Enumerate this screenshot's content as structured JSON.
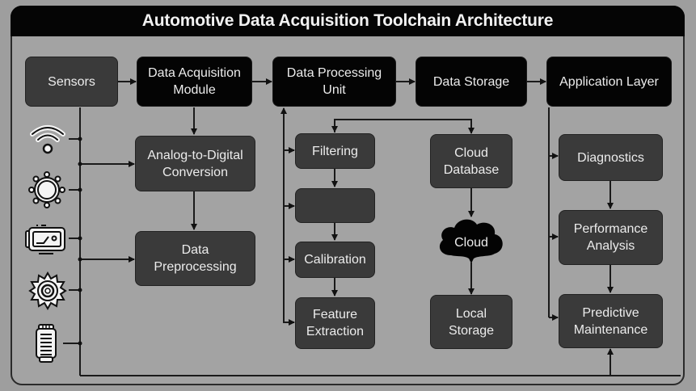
{
  "title": "Automotive Data Acquisition Toolchain Architecture",
  "top_row": {
    "sensors": "Sensors",
    "acquisition_module": "Data Acquisition\nModule",
    "processing_unit": "Data Processing\nUnit",
    "data_storage": "Data Storage",
    "application_layer": "Application Layer"
  },
  "acquisition_column": {
    "adc": "Analog-to-Digital\nConversion",
    "preprocessing": "Data\nPreprocessing"
  },
  "processing_column": {
    "filtering": "Filtering",
    "unlabeled_step": "",
    "calibration": "Calibration",
    "feature_extraction": "Feature\nExtraction"
  },
  "storage_column": {
    "cloud_database": "Cloud\nDatabase",
    "cloud": "Cloud",
    "local_storage": "Local\nStorage"
  },
  "application_column": {
    "diagnostics": "Diagnostics",
    "performance_analysis": "Performance\nAnalysis",
    "predictive_maintenance": "Predictive\nMaintenance"
  },
  "sensor_icons": [
    "wifi-icon",
    "sun-sensor-icon",
    "switch-module-icon",
    "gear-sensor-icon",
    "battery-module-icon"
  ],
  "colors": {
    "background": "#a3a3a3",
    "primary_box": "#040404",
    "secondary_box": "#3a3a3a",
    "text": "#ececec"
  }
}
